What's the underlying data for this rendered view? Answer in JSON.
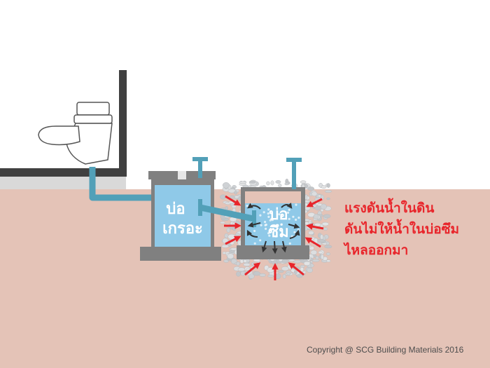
{
  "labels": {
    "septic_tank": [
      "บ่อ",
      "เกรอะ"
    ],
    "seepage_pit": [
      "บ่อ",
      "ซึม"
    ]
  },
  "callout": {
    "lines": [
      "แรงดันน้ำในดิน",
      "ดันไม่ให้น้ำในบ่อซึม",
      "ไหลออกมา"
    ]
  },
  "copyright": "Copyright  @ SCG Building Materials 2016",
  "colors": {
    "ground": "#e4c3b7",
    "water": "#8fc9e8",
    "pipe": "#52a0b8",
    "pressure_arrow": "#e8252b",
    "wall": "#404040",
    "concrete": "#808080",
    "gravel": "#d7d9dc",
    "callout_text": "#e8252b"
  },
  "icons": [
    "toilet-icon",
    "pressure-arrow-icon",
    "flow-arrow-icon",
    "vent-pipe-icon"
  ]
}
